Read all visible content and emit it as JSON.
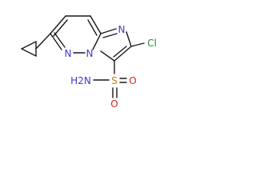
{
  "molecule": {
    "atoms": {
      "n_imidazole": "N",
      "n_pyridazine": "N",
      "n_bridgehead": "N",
      "chlorine": "Cl",
      "sulfur": "S",
      "oxygen_top": "O",
      "oxygen_bottom": "O",
      "amine": "H2N"
    },
    "colors": {
      "nitrogen": "#3b3bd6",
      "sulfur": "#b8860b",
      "oxygen": "#e02020",
      "chlorine": "#2a8a2a",
      "bond": "#1a1a1a"
    }
  }
}
